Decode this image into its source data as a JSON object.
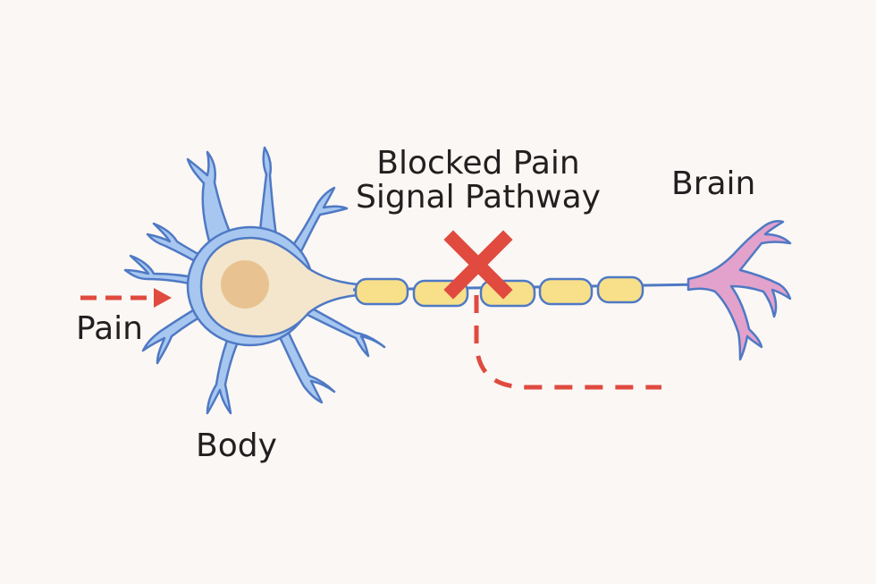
{
  "labels": {
    "blocked_line1": "Blocked Pain",
    "blocked_line2": "Signal Pathway",
    "brain": "Brain",
    "pain": "Pain",
    "body": "Body"
  },
  "colors": {
    "background": "#fbf7f4",
    "dendrite_fill": "#a7c7f0",
    "dendrite_stroke": "#4f79c4",
    "soma_fill": "#f3e6cc",
    "nucleus_fill": "#e8c391",
    "myelin_fill": "#f8e08a",
    "axon_terminal_fill": "#e2a2cc",
    "signal_red": "#e04a3f",
    "text": "#231f20"
  },
  "icons": {
    "block_marker": "x-mark-icon",
    "incoming_signal": "dashed-arrow-icon"
  }
}
